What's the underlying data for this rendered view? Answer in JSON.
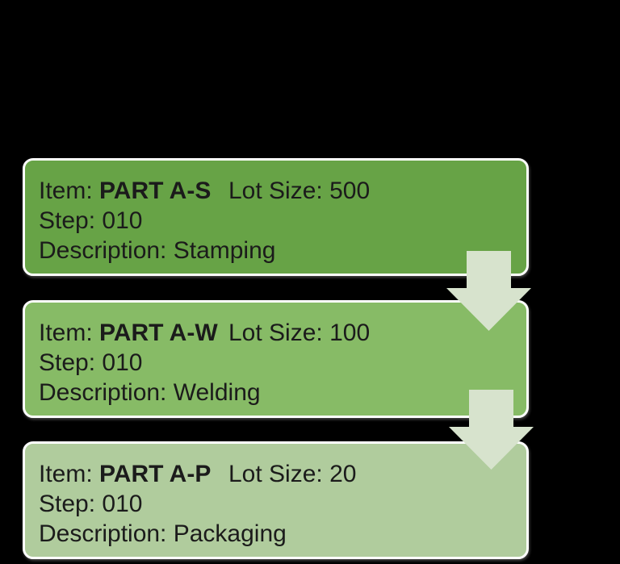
{
  "diagram": {
    "background_color": "#000000",
    "border_color": "#ffffff",
    "text_color": "#1b1b1b",
    "arrow_color": "#d7e3cd",
    "boxes": [
      {
        "item_prefix": "Item: ",
        "item_code": "PART A-S",
        "lot_size": "Lot Size: 500",
        "step": "Step: 010",
        "description": "Description: Stamping",
        "fill": "#67a346"
      },
      {
        "item_prefix": "Item: ",
        "item_code": "PART A-W",
        "lot_size": "Lot Size: 100",
        "step": "Step: 010",
        "description": "Description: Welding",
        "fill": "#87bb66"
      },
      {
        "item_prefix": "Item: ",
        "item_code": "PART A-P",
        "lot_size": "Lot Size: 20",
        "step": "Step: 010",
        "description": "Description: Packaging",
        "fill": "#b0cc9d"
      }
    ]
  }
}
